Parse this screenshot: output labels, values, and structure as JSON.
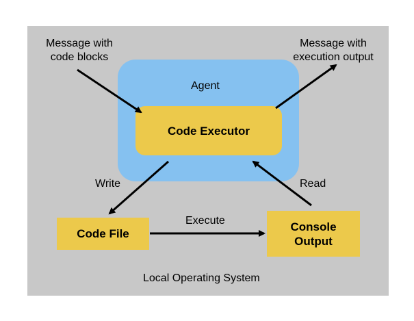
{
  "diagram": {
    "agent_label": "Agent",
    "code_executor_label": "Code Executor",
    "code_file_label": "Code File",
    "console_output_label": [
      "Console",
      "Output"
    ],
    "local_os_label": "Local Operating System",
    "input_message_label": [
      "Message with",
      "code blocks"
    ],
    "output_message_label": [
      "Message with",
      "execution output"
    ],
    "write_label": "Write",
    "read_label": "Read",
    "execute_label": "Execute"
  },
  "colors": {
    "system_background": "#c8c8c8",
    "agent_background": "#85c1f0",
    "component_fill": "#ecc94b",
    "arrow": "#000000"
  }
}
